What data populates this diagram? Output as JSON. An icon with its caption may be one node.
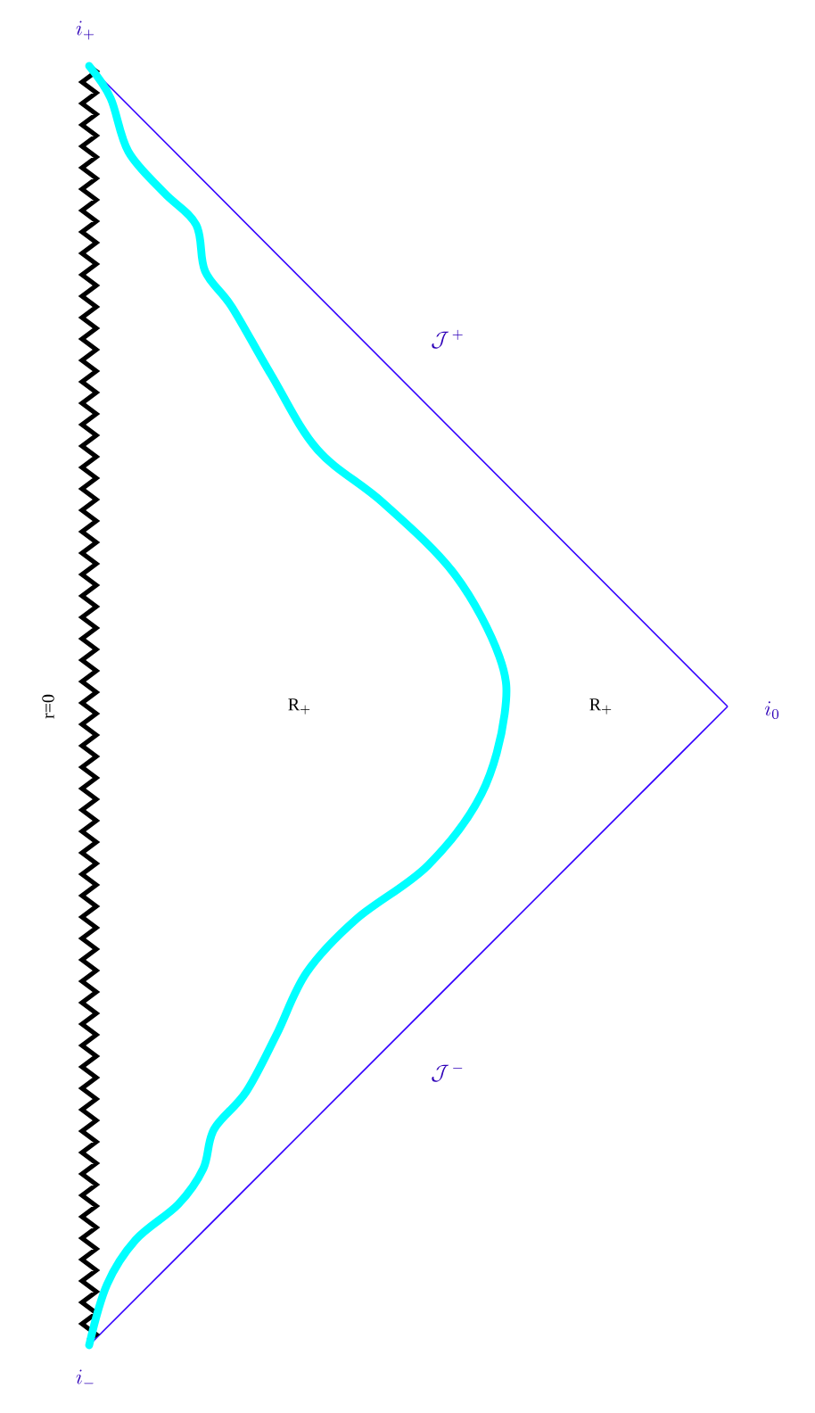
{
  "diagram": {
    "nodes": [
      {
        "text": [
          "i_{+}"
        ]
      },
      {
        "text": [
          "i_{0}"
        ]
      },
      {
        "text": [
          "i_{-}"
        ]
      }
    ],
    "edges": [
      {
        "from": 0,
        "to": 1,
        "arrow": "none",
        "label": "\\mathcal{J}^{\\,+}",
        "color": "#3300ff"
      },
      {
        "from": 1,
        "to": 2,
        "arrow": "none",
        "label": "\\mathcal{J}^{\\,-}",
        "color": "#3300ff"
      },
      {
        "from": 0,
        "to": 2,
        "arrow": "none",
        "style": "thick",
        "color": "#000000"
      },
      {
        "from": 0,
        "to": 2,
        "arrow": "none",
        "style": "thick",
        "color": "#00ffff"
      }
    ],
    "labels": [
      "r=0",
      "\\mathrm{R}_{+}",
      "\\mathrm{R}_{+}"
    ]
  }
}
